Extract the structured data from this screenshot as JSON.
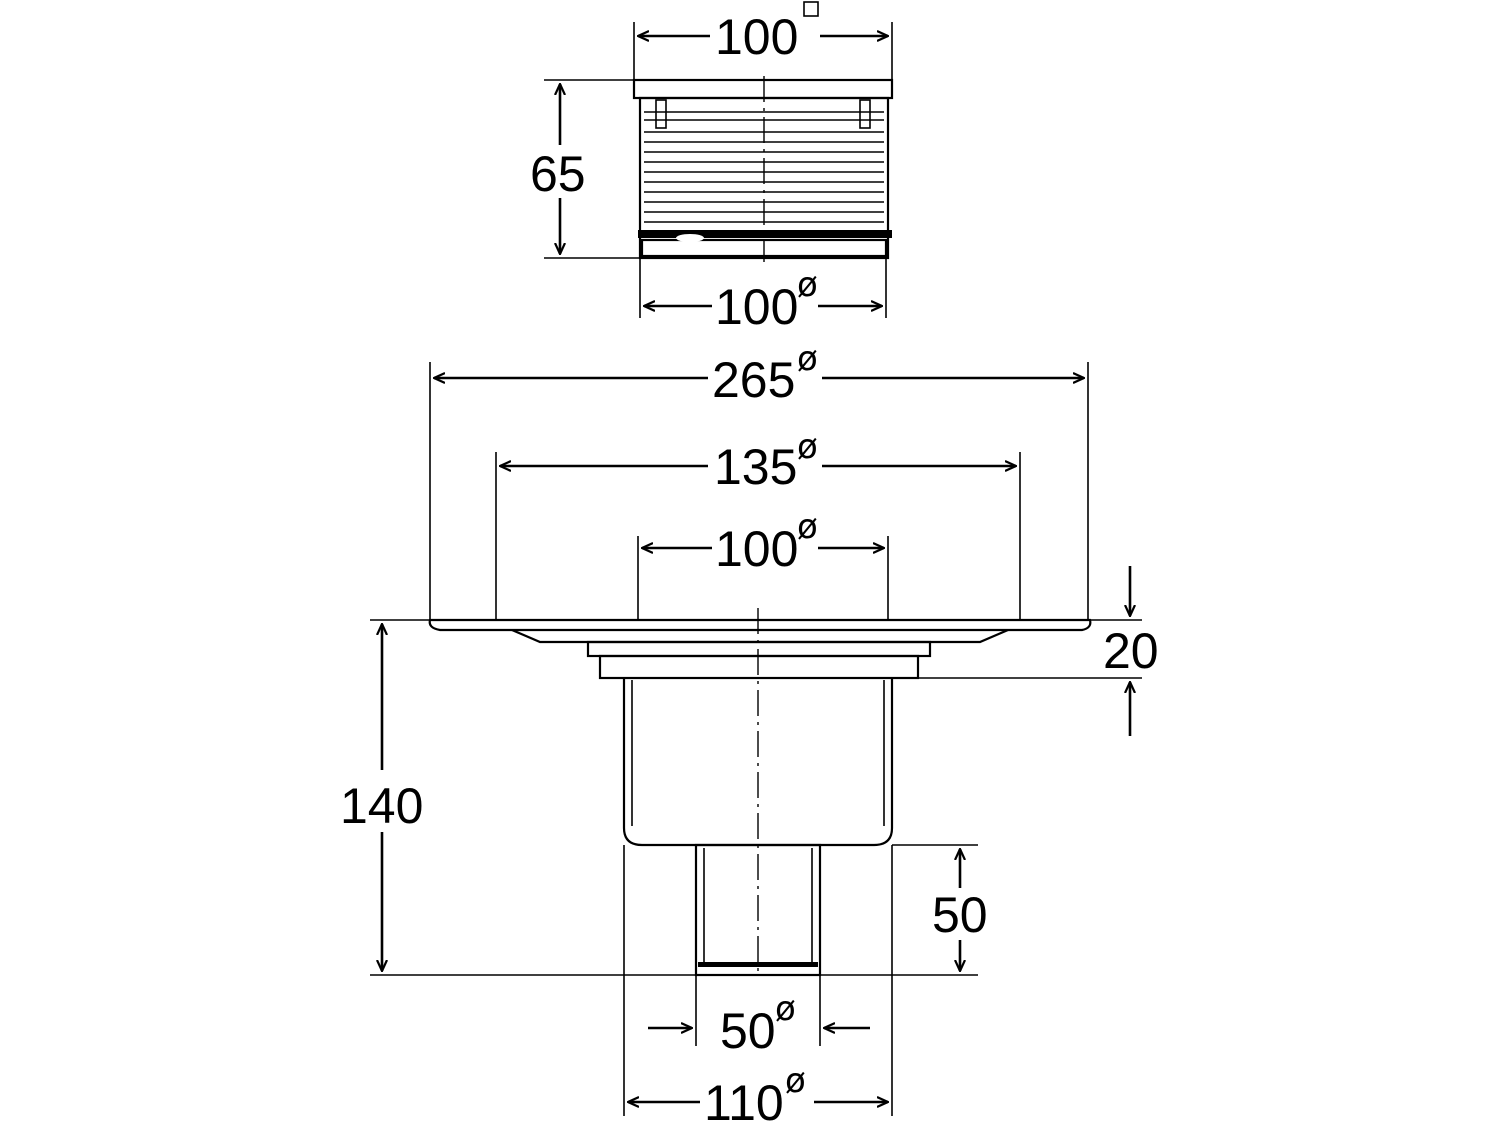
{
  "dimensions": {
    "top_width": "100",
    "top_width_symbol": "□",
    "top_height": "65",
    "top_bottom_dia": "100",
    "top_bottom_dia_symbol": "ø",
    "flange_dia": "265",
    "flange_dia_symbol": "ø",
    "mid_dia": "135",
    "mid_dia_symbol": "ø",
    "inner_dia": "100",
    "inner_dia_symbol": "ø",
    "flange_thickness": "20",
    "total_height": "140",
    "outlet_length": "50",
    "outlet_dia": "50",
    "outlet_dia_symbol": "ø",
    "body_dia": "110",
    "body_dia_symbol": "ø"
  }
}
